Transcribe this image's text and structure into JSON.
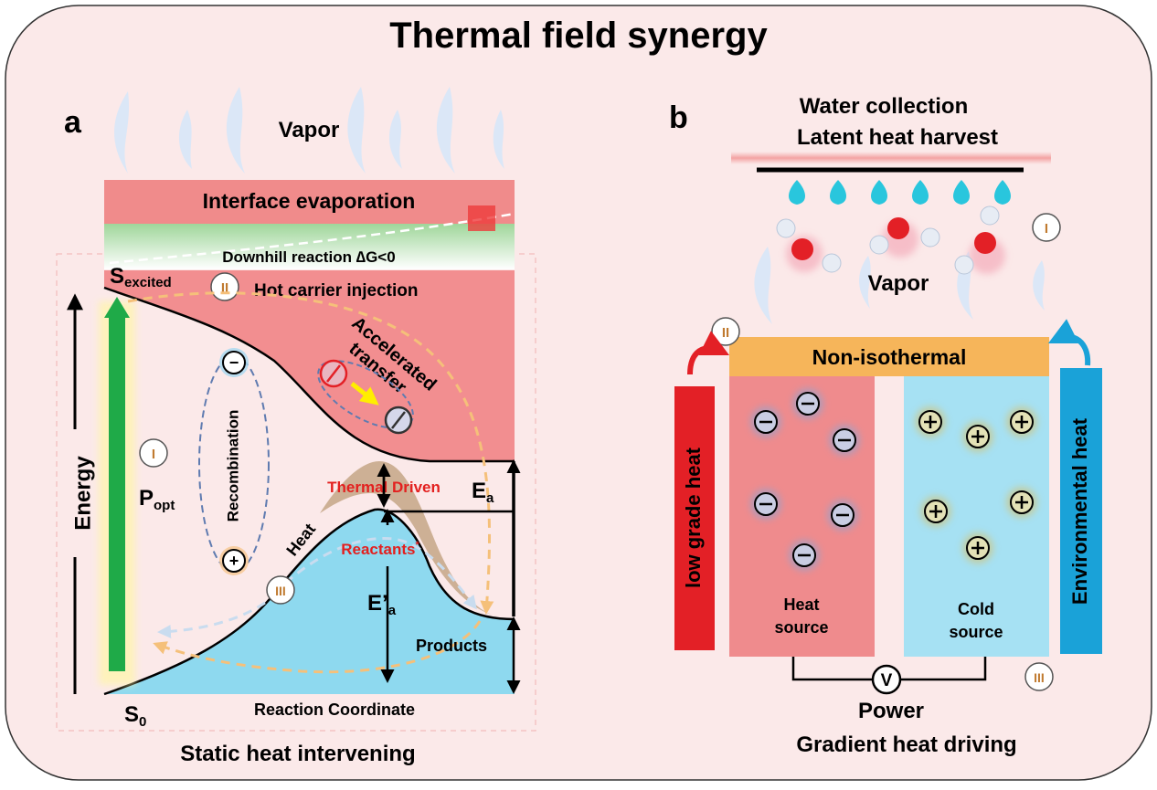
{
  "title": "Thermal field synergy",
  "colors": {
    "frame_bg": "#fbe9e9",
    "interface_red": "#f08b8b",
    "downhill_green": "#9fd69a",
    "conduction_red": "#f28e90",
    "valence_blue": "#8ed9ef",
    "thermal_tan": "#c8aa8c",
    "energy_arrow_green": "#1faa48",
    "heat_source_red": "#ef8b8d",
    "cold_source_blue": "#a6e1f3",
    "non_isothermal_orange": "#f6b55a",
    "low_grade_red": "#e32026",
    "environmental_blue": "#1aa2d8",
    "label_red": "#e3201f",
    "drop_cyan": "#29c6dd",
    "electron_purple": "#7f86b3",
    "hole_yellow": "#c9c88f"
  },
  "panel_a": {
    "label": "a",
    "vapor": "Vapor",
    "interface_evaporation": "Interface evaporation",
    "downhill_reaction": "Downhill reaction ∆G<0",
    "s_excited_main": "S",
    "s_excited_sub": "excited",
    "hot_carrier_injection": "Hot carrier injection",
    "accelerated_line1": "Accelerated",
    "accelerated_line2": "transfer",
    "recombination": "Recombination",
    "energy": "Energy",
    "p_opt_main": "P",
    "p_opt_sub": "opt",
    "thermal_driven": "Thermal Driven",
    "heat": "Heat",
    "reactants": "Reactants",
    "reactants_mark": "*",
    "ea_main": "E",
    "ea_sub": "a",
    "ea_prime_main": "E’",
    "ea_prime_sub": "a",
    "products": "Products",
    "s0_main": "S",
    "s0_sub": "0",
    "reaction_coordinate": "Reaction Coordinate",
    "caption": "Static heat intervening",
    "badge_1": "I",
    "badge_2": "II",
    "badge_3": "III"
  },
  "panel_b": {
    "label": "b",
    "water_collection": "Water collection",
    "latent_heat": "Latent heat harvest",
    "vapor": "Vapor",
    "non_isothermal": "Non-isothermal",
    "low_grade_heat": "low grade heat",
    "environmental_heat": "Environmental heat",
    "heat_source_line1": "Heat",
    "heat_source_line2": "source",
    "cold_source_line1": "Cold",
    "cold_source_line2": "source",
    "voltmeter": "V",
    "power": "Power",
    "gradient": "Gradient heat driving",
    "badge_1": "I",
    "badge_2": "II",
    "badge_3": "III"
  },
  "symbols": {
    "electron": "−",
    "hole": "+"
  }
}
